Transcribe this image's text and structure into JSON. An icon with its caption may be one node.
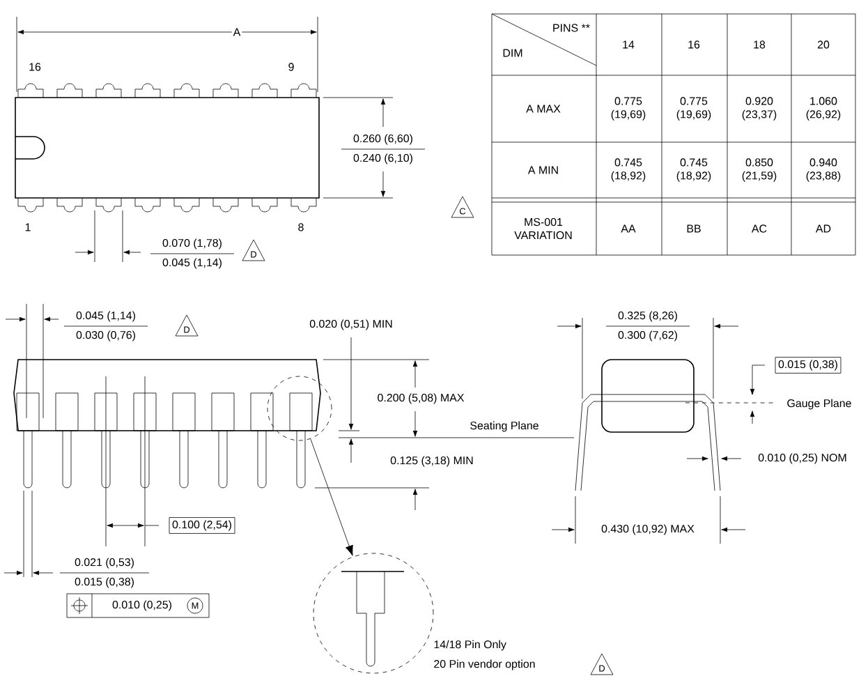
{
  "diagram": {
    "nodes": [
      {
        "text": [],
        "shape": "circle"
      },
      {
        "text": [],
        "shape": "circle",
        "beside": [
          "14/18 Pin Only",
          "20 Pin vendor option"
        ]
      }
    ],
    "edges": [
      {
        "from": 0,
        "to": 1,
        "arrow": "to"
      }
    ],
    "labels": [
      "A",
      "16",
      "9",
      "1",
      "8",
      "0.260 (6,60)",
      "0.240 (6,10)",
      "0.070 (1,78)",
      "0.045 (1,14)",
      "D",
      "PINS **",
      "DIM",
      "14",
      "16",
      "18",
      "20",
      "A MAX",
      "0.775 (19,69)",
      "0.775 (19,69)",
      "0.920 (23,37)",
      "1.060 (26,92)",
      "A MIN",
      "0.745 (18,92)",
      "0.745 (18,92)",
      "0.850 (21,59)",
      "0.940 (23,88)",
      "C",
      "MS-001 VARIATION",
      "AA",
      "BB",
      "AC",
      "AD",
      "0.045 (1,14)",
      "0.030 (0,76)",
      "D",
      "0.020 (0,51) MIN",
      "0.200 (5,08) MAX",
      "Seating Plane",
      "0.125 (3,18) MIN",
      "0.100 (2,54)",
      "0.021 (0,53)",
      "0.015 (0,38)",
      "0.010 (0,25)",
      "M",
      "D",
      "0.325 (8,26)",
      "0.300 (7,62)",
      "0.015 (0,38)",
      "Gauge Plane",
      "0.010 (0,25) NOM",
      "0.430 (10,92) MAX"
    ]
  }
}
